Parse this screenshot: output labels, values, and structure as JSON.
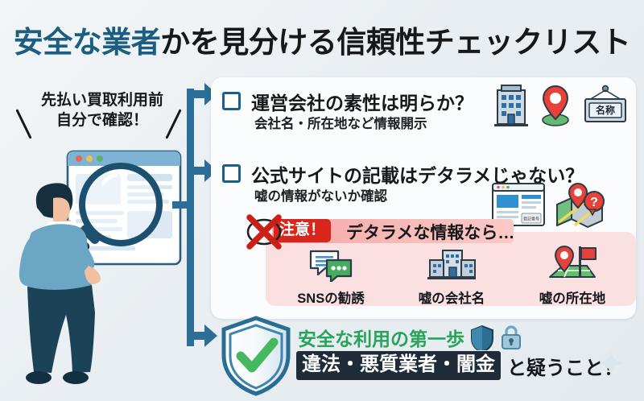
{
  "title": {
    "accent_text": "安全な業者",
    "rest_text": "かを見分ける信頼性チェックリスト",
    "accent_color": "#1b5e82"
  },
  "left": {
    "caption_line1": "先払い買取利用前",
    "caption_line2": "自分で確認！",
    "illustration_name": "person-with-magnifier"
  },
  "checklist": [
    {
      "question": "運営会社の素性は明らか？",
      "subtext": "会社名・所在地など情報開示",
      "icons": [
        "office-building-icon",
        "map-pin-icon",
        "name-sign-icon"
      ],
      "sign_label": "名称"
    },
    {
      "question": "公式サイトの記載はデタラメじゃない？",
      "subtext": "嘘の情報がないか確認",
      "icons": [
        "browser-window-icon",
        "map-with-pin-question-icon"
      ]
    }
  ],
  "warning": {
    "badge_label": "注意！",
    "headline": "デタラメな情報なら…",
    "badge_bg": "#d9261c",
    "panel_bg": "#fae0e0",
    "items": [
      {
        "label": "SNSの勧誘",
        "icon": "chat-bubbles-icon"
      },
      {
        "label": "嘘の会社名",
        "icon": "fake-company-building-icon"
      },
      {
        "label": "嘘の所在地",
        "icon": "map-pin-flag-icon"
      }
    ]
  },
  "conclusion": {
    "safe_first_step": "安全な利用の第一歩",
    "safe_color": "#27a35a",
    "badge_text": "違法・悪質業者・闇金",
    "badge_bg": "#1f2b38",
    "tail_text": "と疑うこと！",
    "icons": [
      "shield-check-icon",
      "small-shield-icon",
      "padlock-icon"
    ]
  }
}
